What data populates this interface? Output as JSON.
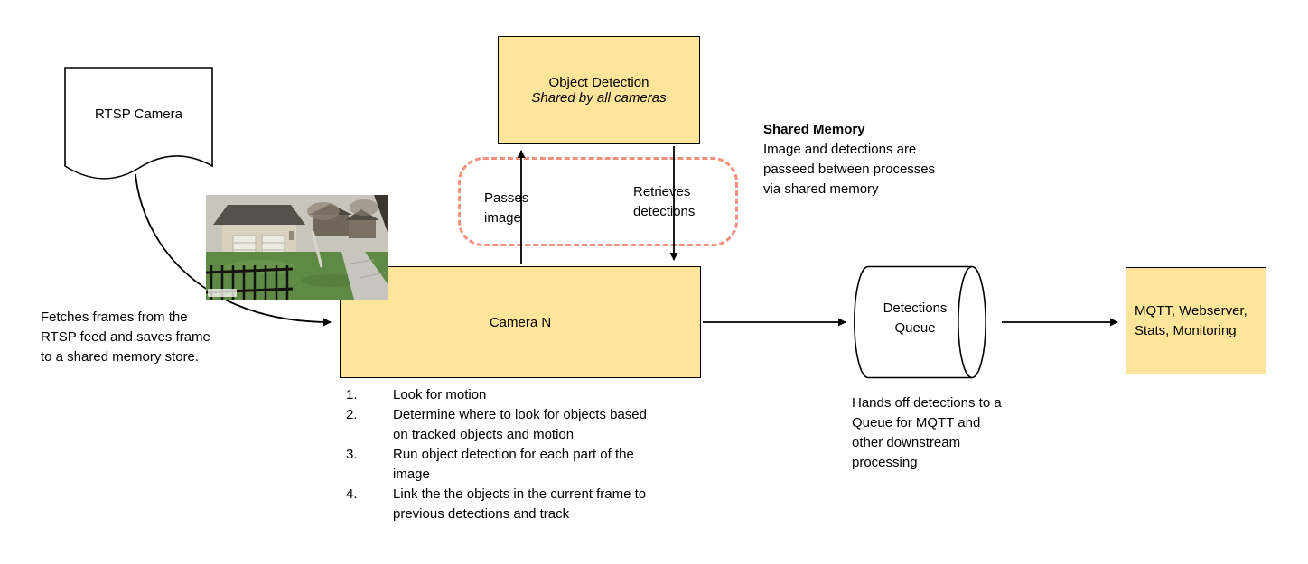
{
  "colors": {
    "node_fill": "#ffe599",
    "node_border": "#000000",
    "shared_memory_dash": "#f0907e",
    "arrow": "#000000"
  },
  "nodes": {
    "rtsp_camera": {
      "label": "RTSP Camera"
    },
    "object_detection": {
      "title": "Object Detection",
      "subtitle": "Shared by all cameras"
    },
    "camera_n": {
      "label": "Camera N"
    },
    "detections_queue": {
      "label": "Detections Queue"
    },
    "outputs": {
      "label": "MQTT, Webserver, Stats, Monitoring"
    }
  },
  "edge_labels": {
    "passes_image": "Passes image",
    "retrieves_detections": "Retrieves detections"
  },
  "notes": {
    "fetch_frames": "Fetches frames from the RTSP feed and saves frame to a shared memory store.",
    "shared_memory_heading": "Shared Memory",
    "shared_memory_body": "Image and detections are passeed between processes via shared memory",
    "queue_handoff": "Hands off detections to a Queue for MQTT and other downstream processing"
  },
  "camera_steps": [
    {
      "num": "1.",
      "text": "Look for motion"
    },
    {
      "num": "2.",
      "text": "Determine where to look for objects based on tracked objects and motion"
    },
    {
      "num": "3.",
      "text": "Run object detection for each part of the image"
    },
    {
      "num": "4.",
      "text": "Link the the objects in the current frame to previous detections and track"
    }
  ]
}
